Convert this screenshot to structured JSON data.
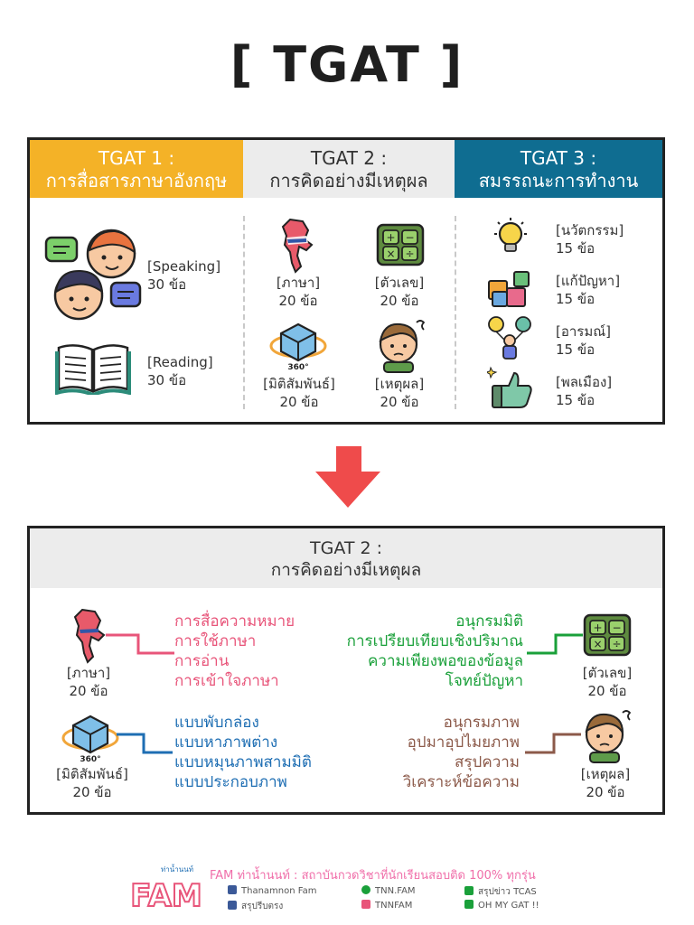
{
  "title": "[ TGAT ]",
  "top": {
    "tgat1": {
      "title": "TGAT 1 :",
      "subtitle": "การสื่อสารภาษาอังกฤษ",
      "items": [
        {
          "label": "[Speaking]",
          "count": "30 ข้อ"
        },
        {
          "label": "[Reading]",
          "count": "30 ข้อ"
        }
      ]
    },
    "tgat2": {
      "title": "TGAT 2 :",
      "subtitle": "การคิดอย่างมีเหตุผล",
      "items": [
        {
          "label": "[ภาษา]",
          "count": "20 ข้อ"
        },
        {
          "label": "[ตัวเลข]",
          "count": "20 ข้อ"
        },
        {
          "label": "[มิติสัมพันธ์]",
          "count": "20 ข้อ"
        },
        {
          "label": "[เหตุผล]",
          "count": "20 ข้อ"
        }
      ]
    },
    "tgat3": {
      "title": "TGAT 3 :",
      "subtitle": "สมรรถนะการทำงาน",
      "items": [
        {
          "label": "[นวัตกรรม]",
          "count": "15 ข้อ"
        },
        {
          "label": "[แก้ปัญหา]",
          "count": "15 ข้อ"
        },
        {
          "label": "[อารมณ์]",
          "count": "15 ข้อ"
        },
        {
          "label": "[พลเมือง]",
          "count": "15 ข้อ"
        }
      ]
    }
  },
  "bottom": {
    "title": "TGAT 2 :",
    "subtitle": "การคิดอย่างมีเหตุผล",
    "language": {
      "label": "[ภาษา]",
      "count": "20 ข้อ",
      "topics": [
        "การสื่อความหมาย",
        "การใช้ภาษา",
        "การอ่าน",
        "การเข้าใจภาษา"
      ]
    },
    "number": {
      "label": "[ตัวเลข]",
      "count": "20 ข้อ",
      "topics": [
        "อนุกรมมิติ",
        "การเปรียบเทียบเชิงปริมาณ",
        "ความเพียงพอของข้อมูล",
        "โจทย์ปัญหา"
      ]
    },
    "spatial": {
      "label": "[มิติสัมพันธ์]",
      "count": "20 ข้อ",
      "topics": [
        "แบบพับกล่อง",
        "แบบหาภาพต่าง",
        "แบบหมุนภาพสามมิติ",
        "แบบประกอบภาพ"
      ]
    },
    "reasoning": {
      "label": "[เหตุผล]",
      "count": "20 ข้อ",
      "topics": [
        "อนุกรมภาพ",
        "อุปมาอุปไมยภาพ",
        "สรุปความ",
        "วิเคราะห์ข้อความ"
      ]
    }
  },
  "footer": {
    "tagline": "FAM ท่าน้ำนนท์ : สถาบันกวดวิชาที่นักเรียนสอบติด 100% ทุกรุ่น",
    "links": [
      "Thanamnon Fam",
      "TNN.FAM",
      "สรุปข่าว TCAS",
      "สรุปรีบตรง",
      "TNNFAM",
      "OH MY GAT !!"
    ],
    "logo_top": "ท่าน้ำนนท์",
    "logo_text": "FAM"
  },
  "colors": {
    "tgat1": "#f4b227",
    "tgat3": "#0f6d91",
    "arrow": "#ef4b4b",
    "pink": "#e8557a",
    "green": "#1aa03a",
    "blue": "#1e6eb3",
    "brown": "#8c5a4a"
  }
}
